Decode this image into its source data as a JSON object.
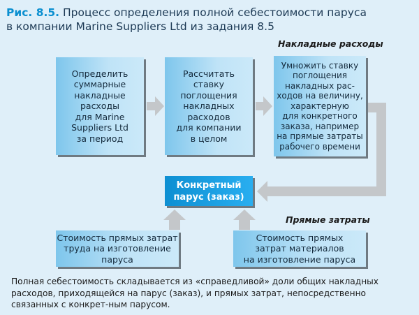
{
  "figure": {
    "number": "Рис. 8.5.",
    "title_line1": "Процесс определения полной себестоимости паруса",
    "title_line2": "в компании Marine Suppliers Ltd из задания 8.5"
  },
  "labels": {
    "overhead": "Накладные расходы",
    "direct": "Прямые затраты"
  },
  "boxes": {
    "step1": [
      "Определить",
      "суммарные",
      "накладные",
      "расходы",
      "для Marine",
      "Suppliers Ltd",
      "за период"
    ],
    "step2": [
      "Рассчитать",
      "ставку",
      "поглощения",
      "накладных",
      "расходов",
      "для компании",
      "в целом"
    ],
    "step3": [
      "Умножить ставку",
      "поглощения",
      "накладных рас-",
      "ходов на величину,",
      "характерную",
      "для конкретного",
      "заказа, например",
      "на прямые затраты",
      "рабочего времени"
    ],
    "center": [
      "Конкретный",
      "парус (заказ)"
    ],
    "labor": [
      "Стоимость прямых затрат",
      "труда на изготовление",
      "паруса"
    ],
    "materials": [
      "Стоимость прямых",
      "затрат материалов",
      "на изготовление паруса"
    ]
  },
  "caption": "Полная себестоимость складывается из «справедливой» доли общих накладных расходов, приходящейся на парус (заказ), и прямых затрат, непосредственно связанных с конкрет-ным парусом.",
  "colors": {
    "background": "#dfeff9",
    "box_light": "#bfe3f7",
    "box_accent": "#1aa0e4",
    "arrow": "#c4c7ca",
    "figure_number": "#0a8fd0"
  }
}
